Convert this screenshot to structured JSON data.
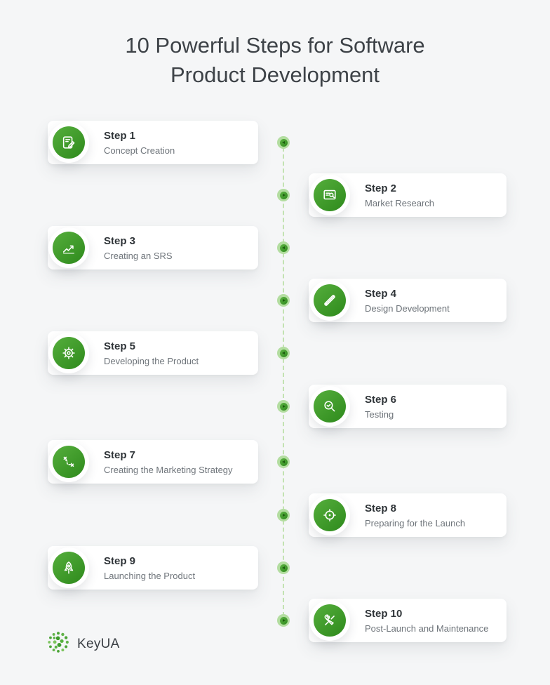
{
  "header": {
    "title_line1": "10 Powerful Steps for Software",
    "title_line2": "Product Development"
  },
  "steps": [
    {
      "step": "Step 1",
      "label": "Concept Creation",
      "icon": "edit-document-icon",
      "side": "left"
    },
    {
      "step": "Step 2",
      "label": "Market Research",
      "icon": "market-research-icon",
      "side": "right"
    },
    {
      "step": "Step 3",
      "label": "Creating an SRS",
      "icon": "growth-chart-icon",
      "side": "left"
    },
    {
      "step": "Step 4",
      "label": "Design Development",
      "icon": "design-tools-icon",
      "side": "right"
    },
    {
      "step": "Step 5",
      "label": "Developing the Product",
      "icon": "gear-icon",
      "side": "left"
    },
    {
      "step": "Step 6",
      "label": "Testing",
      "icon": "magnifier-icon",
      "side": "right"
    },
    {
      "step": "Step 7",
      "label": "Creating the Marketing Strategy",
      "icon": "strategy-icon",
      "side": "left"
    },
    {
      "step": "Step 8",
      "label": "Preparing for the Launch",
      "icon": "target-icon",
      "side": "right"
    },
    {
      "step": "Step 9",
      "label": "Launching the Product",
      "icon": "rocket-icon",
      "side": "left"
    },
    {
      "step": "Step 10",
      "label": "Post-Launch and Maintenance",
      "icon": "tools-icon",
      "side": "right"
    }
  ],
  "footer": {
    "brand": "KeyUA"
  },
  "colors": {
    "accent_green": "#3e9b2c",
    "light_green": "#b3dda0",
    "background": "#f5f6f7",
    "card": "#ffffff",
    "title_text": "#3d4247",
    "step_title_text": "#2f3438",
    "step_label_text": "#6e747a"
  }
}
